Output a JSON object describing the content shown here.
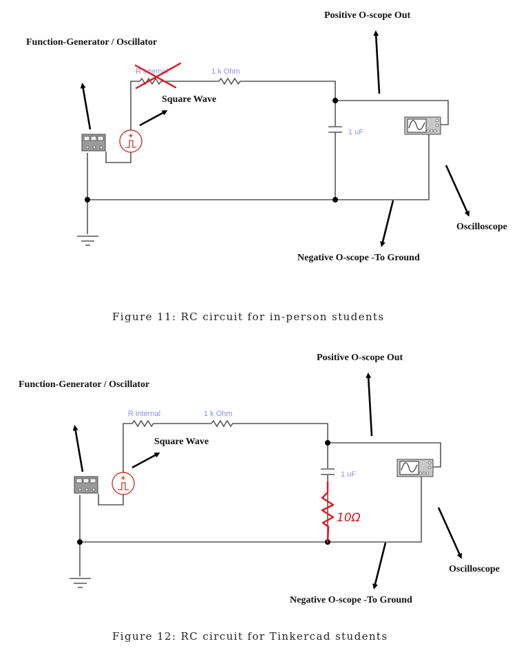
{
  "figures": [
    {
      "labels": {
        "function_generator": "Function-Generator / Oscillator",
        "square_wave": "Square Wave",
        "positive_out": "Positive O-scope Out",
        "negative_out": "Negative O-scope -To Ground",
        "oscilloscope": "Oscilloscope"
      },
      "components": {
        "r_internal": "R internal",
        "r_main": "1 k Ohm",
        "capacitor": "1 uF"
      },
      "annotations": {
        "r_internal_crossed_out": true
      },
      "caption": "Figure 11: RC circuit for in-person students"
    },
    {
      "labels": {
        "function_generator": "Function-Generator / Oscillator",
        "square_wave": "Square Wave",
        "positive_out": "Positive O-scope Out",
        "negative_out": "Negative O-scope -To Ground",
        "oscilloscope": "Oscilloscope"
      },
      "components": {
        "r_internal": "R internal",
        "r_main": "1 k Ohm",
        "capacitor": "1 uF"
      },
      "annotations": {
        "added_resistor": "10Ω"
      },
      "caption": "Figure 12: RC circuit for Tinkercad students"
    }
  ],
  "colors": {
    "annotation_red": "#e3141b",
    "component_label": "#8a8fe0",
    "source_red": "#c0392b"
  }
}
